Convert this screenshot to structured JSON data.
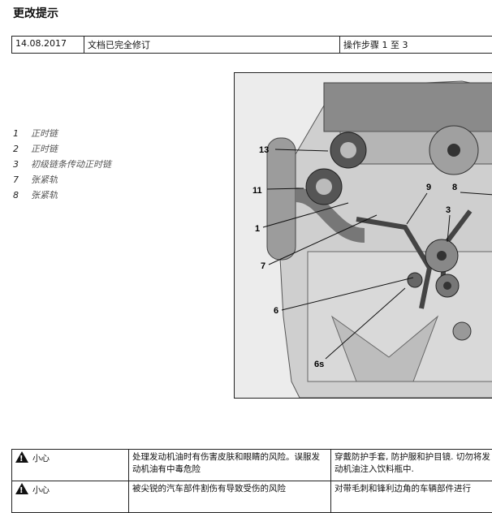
{
  "page": {
    "title": "更改提示"
  },
  "revision": {
    "date": "14.08.2017",
    "description": "文档已完全修订",
    "steps": "操作步骤 1 至 3"
  },
  "legend": [
    {
      "num": "1",
      "label": "正时链"
    },
    {
      "num": "2",
      "label": "正时链"
    },
    {
      "num": "3",
      "label": "初级链条传动正时链"
    },
    {
      "num": "7",
      "label": "张紧轨"
    },
    {
      "num": "8",
      "label": "张紧轨"
    }
  ],
  "figure": {
    "callouts": [
      "13",
      "11",
      "1",
      "7",
      "6",
      "6s",
      "9",
      "8",
      "3"
    ]
  },
  "warnings": [
    {
      "label": "小心",
      "risk": "处理发动机油时有伤害皮肤和眼睛的风险。误服发动机油有中毒危险",
      "action": "穿戴防护手套, 防护服和护目镜. 切勿将发动机油注入饮料瓶中."
    },
    {
      "label": "小心",
      "risk": "被尖锐的汽车部件割伤有导致受伤的风险",
      "action": "对带毛刺和锋利边角的车辆部件进行"
    }
  ]
}
